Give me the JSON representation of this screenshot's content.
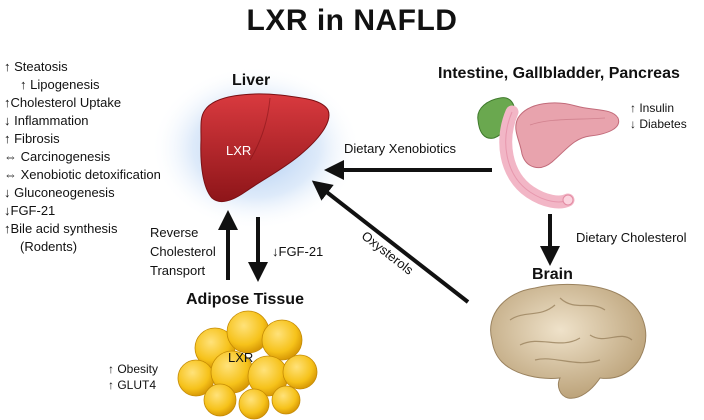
{
  "title": "LXR in NAFLD",
  "liver": {
    "heading": "Liver",
    "organ_label": "LXR",
    "effects": [
      "↑ Steatosis",
      "↑ Lipogenesis",
      "↑Cholesterol Uptake",
      "↓ Inflammation",
      "↑ Fibrosis",
      "⇔ Carcinogenesis",
      "⇔ Xenobiotic detoxification",
      "↓ Gluconeogenesis",
      "↓FGF-21",
      "↑Bile acid synthesis",
      "(Rodents)"
    ]
  },
  "intestine": {
    "heading": "Intestine, Gallbladder, Pancreas",
    "effects": [
      "↑ Insulin",
      "↓ Diabetes"
    ]
  },
  "brain": {
    "heading": "Brain"
  },
  "adipose": {
    "heading": "Adipose Tissue",
    "organ_label": "LXR",
    "effects": [
      "↑ Obesity",
      "↑ GLUT4"
    ]
  },
  "arrows": {
    "dietary_xenobiotics": "Dietary Xenobiotics",
    "oxysterols": "Oxysterols",
    "dietary_cholesterol": "Dietary Cholesterol",
    "reverse_transport": [
      "Reverse",
      "Cholesterol",
      "Transport"
    ],
    "fgf21": "↓FGF-21"
  },
  "colors": {
    "liver": "#c0262c",
    "liver_glow": "#9fc3ef",
    "fat": "#f6c21a",
    "gallbladder": "#6aa84f",
    "pancreas": "#e8a3ad",
    "intestine": "#f2b6c6",
    "brain": "#d9c6a5"
  }
}
